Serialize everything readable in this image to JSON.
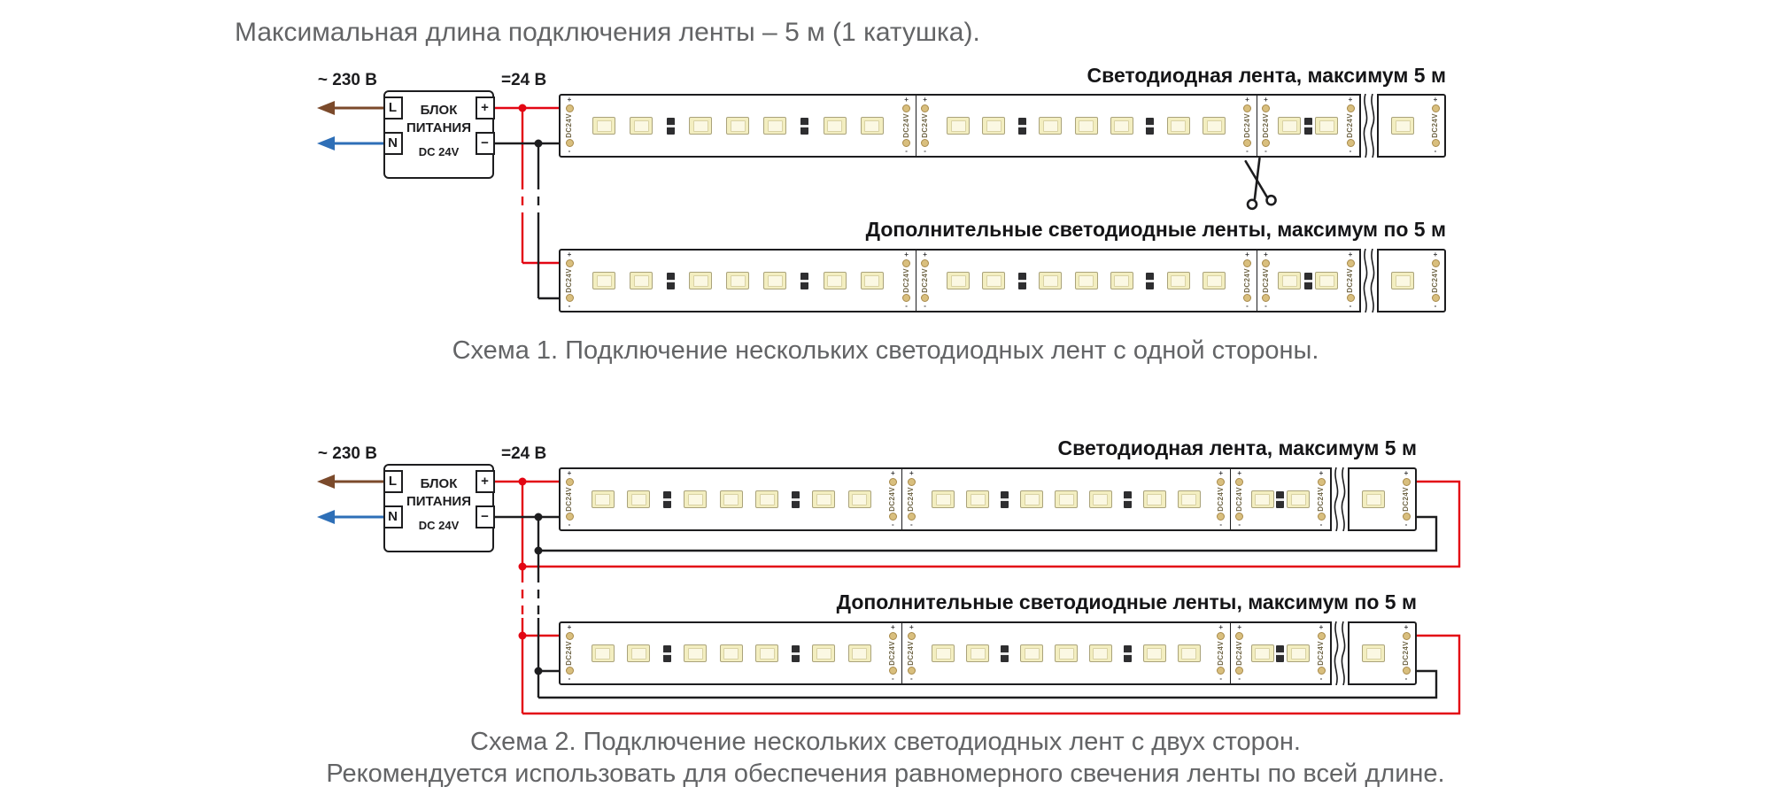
{
  "title": "Максимальная длина подключения ленты – 5 м (1 катушка).",
  "colors": {
    "text_gray": "#636466",
    "text_dark": "#1d1d1f",
    "wire_positive": "#e30613",
    "wire_negative": "#1d1d1f",
    "wire_phase_brown": "#7b4a2b",
    "wire_neutral_blue": "#2e6fb7",
    "strip_outline": "#1d1d1f",
    "pad_gold": "#d9bf7e",
    "pad_gold_ring": "#a88a4a",
    "led_fill": "#f3eec0",
    "led_border": "#aaa37b",
    "resistor_body": "#2e2e30"
  },
  "power_supply": {
    "input_label": "~ 230 В",
    "output_label": "=24 В",
    "terminal_live": "L",
    "terminal_neutral": "N",
    "terminal_plus": "+",
    "terminal_minus": "−",
    "name_line1": "БЛОК",
    "name_line2": "ПИТАНИЯ",
    "name_line3": "DC 24V"
  },
  "strip": {
    "pad_label": "DC24V",
    "pad_plus": "+",
    "pad_minus": "-",
    "segment_pattern": [
      "led",
      "led",
      "res",
      "led",
      "led",
      "led",
      "res",
      "led",
      "led"
    ],
    "partial_pattern": [
      "led",
      "res",
      "led"
    ],
    "tail_pattern": [
      "led"
    ]
  },
  "icons": {
    "scissors": "✂",
    "live_arrow": "←",
    "neutral_arrow": "←"
  },
  "scheme1": {
    "strip1_label": "Светодиодная лента, максимум 5 м",
    "strip2_label": "Дополнительные светодиодные ленты, максимум по 5 м",
    "caption": "Схема 1. Подключение нескольких светодиодных лент с одной стороны."
  },
  "scheme2": {
    "strip1_label": "Светодиодная лента, максимум 5 м",
    "strip2_label": "Дополнительные светодиодные ленты, максимум по 5 м",
    "caption": "Схема 2. Подключение нескольких светодиодных лент с двух сторон.",
    "note": "Рекомендуется использовать для обеспечения равномерного свечения ленты по всей длине."
  }
}
